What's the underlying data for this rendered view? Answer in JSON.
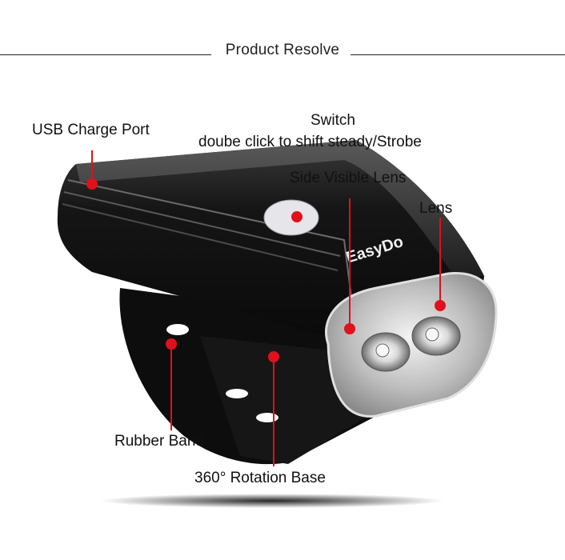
{
  "header": {
    "title": "Product Resolve"
  },
  "labels": {
    "usb": "USB Charge Port",
    "switch_title": "Switch",
    "switch_desc": "doube click to shift steady/Strobe",
    "side_lens": "Side Visible Lens",
    "lens": "Lens",
    "rubber_band": "Rubber Band",
    "base": "360° Rotation Base"
  },
  "product": {
    "brand": "EasyDo"
  },
  "colors": {
    "marker": "#e0101c",
    "body": "#1a1a1a",
    "text": "#111111"
  }
}
